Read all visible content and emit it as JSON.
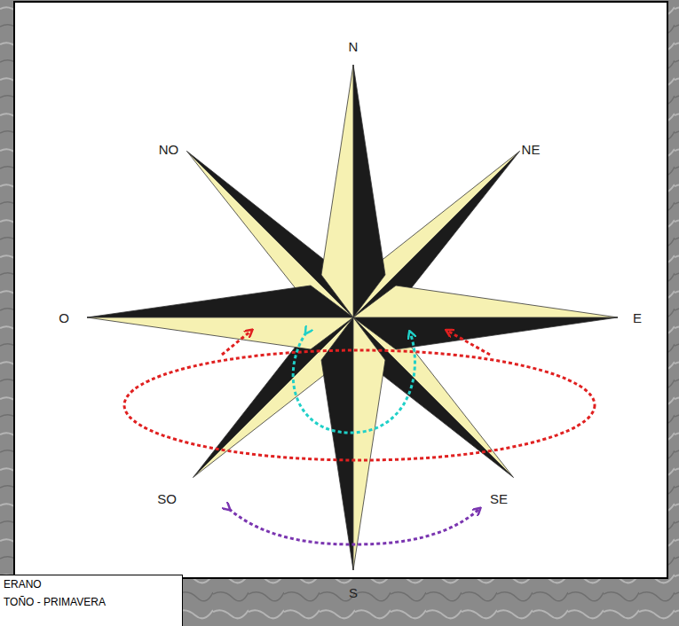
{
  "diagram": {
    "labels": [
      "N",
      "NE",
      "E",
      "SE",
      "S",
      "SO",
      "O",
      "NO",
      "ERANO",
      "TOÑO - PRIMAVERA"
    ]
  }
}
